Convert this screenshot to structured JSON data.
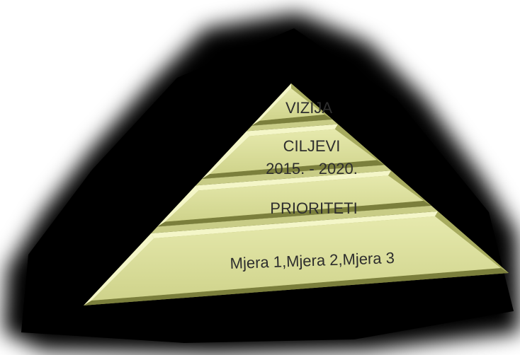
{
  "pyramid": {
    "levels": [
      {
        "lines": [
          "VIZIJA"
        ]
      },
      {
        "lines": [
          "CILJEVI",
          "2015. - 2020."
        ]
      },
      {
        "lines": [
          "PRIORITETI"
        ]
      },
      {
        "lines": [
          "Mjera 1,Mjera 2,Mjera 3"
        ]
      }
    ],
    "colors": {
      "face": "#dadd9a",
      "light": "#f4f6c8",
      "shade": "#a7ab5e",
      "dark": "#7b7f3c",
      "shadow": "#000000",
      "text": "#2e2e2e"
    }
  }
}
